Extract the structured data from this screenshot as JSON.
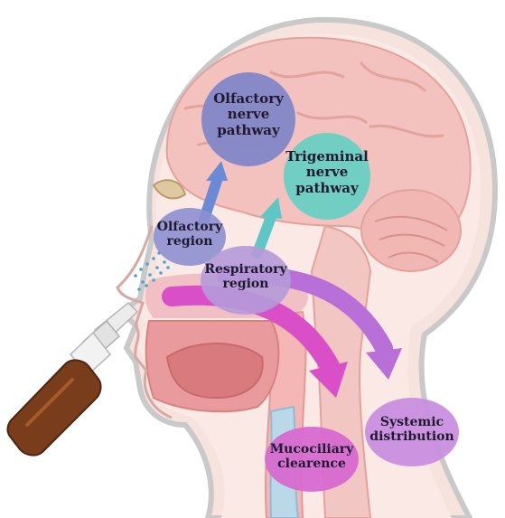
{
  "labels": {
    "olfactory_pathway": [
      "Olfactory",
      "nerve",
      "pathway"
    ],
    "trigeminal_pathway": [
      "Trigeminal",
      "nerve",
      "pathway"
    ],
    "olfactory_region": [
      "Olfactory",
      "region"
    ],
    "respiratory_region": [
      "Respiratory",
      "region"
    ],
    "systemic": [
      "Systemic",
      "distribution"
    ],
    "mucociliary": [
      "Mucociliary",
      "clearence"
    ]
  },
  "colors": {
    "olfactory": "#7f86c8",
    "trigeminal": "#63cfc3",
    "respiratory": "#b59ad9",
    "systemic": "#c98fdf",
    "mucociliary": "#d66ad0",
    "arrow_magenta": "#d94fc8",
    "arrow_purple": "#b86fd8",
    "arrow_teal": "#5fc6c6",
    "arrow_blue": "#6a8ad8",
    "brain": "#f3c2be",
    "skin": "#f8dcd5"
  }
}
